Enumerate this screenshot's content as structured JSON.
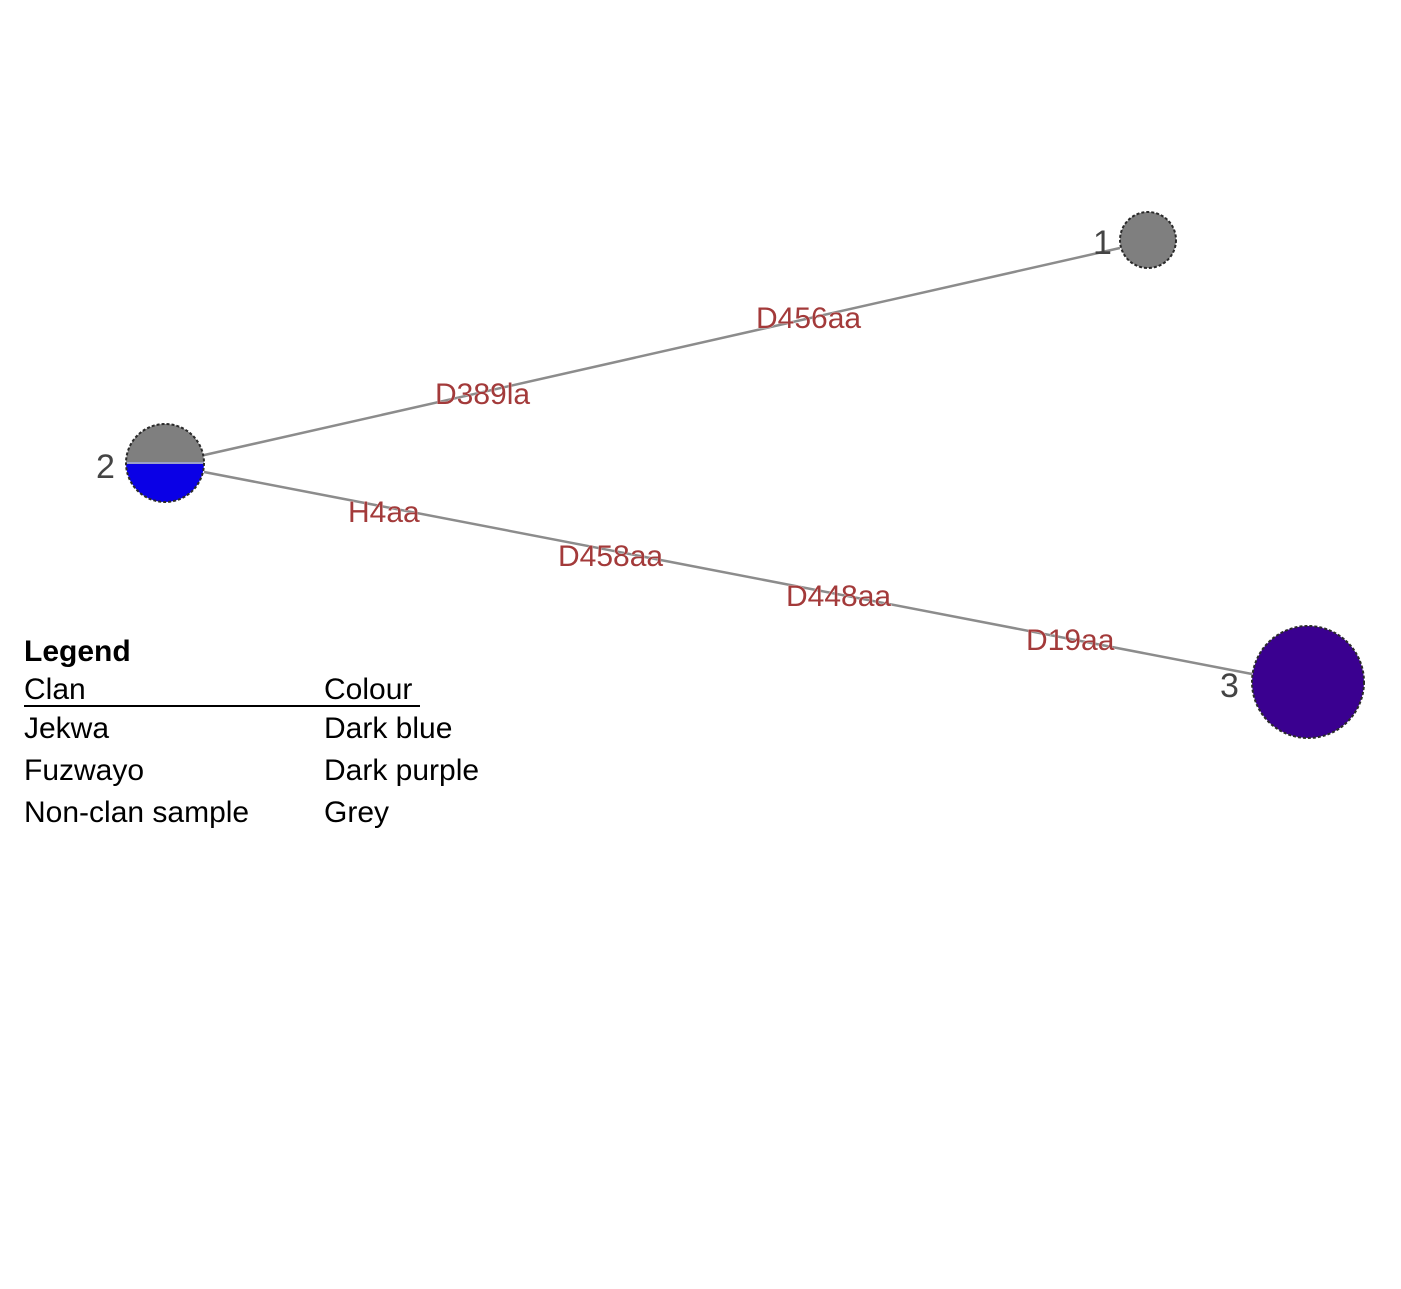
{
  "network": {
    "nodes": [
      {
        "id": "1",
        "label": "1",
        "clans": [
          "Non-clan sample"
        ],
        "colors": [
          "#7f7f7f"
        ]
      },
      {
        "id": "2",
        "label": "2",
        "clans": [
          "Non-clan sample",
          "Jekwa"
        ],
        "colors": [
          "#7f7f7f",
          "#0a00e6"
        ]
      },
      {
        "id": "3",
        "label": "3",
        "clans": [
          "Fuzwayo"
        ],
        "colors": [
          "#3a0090"
        ]
      }
    ],
    "edges": [
      {
        "from": "2",
        "to": "1",
        "mutations": [
          "D389la",
          "D456aa"
        ]
      },
      {
        "from": "2",
        "to": "3",
        "mutations": [
          "H4aa",
          "D458aa",
          "D448aa",
          "D19aa"
        ]
      }
    ]
  },
  "legend": {
    "title": "Legend",
    "header": {
      "clan": "Clan",
      "colour": "Colour"
    },
    "rows": [
      {
        "clan": "Jekwa",
        "colour": "Dark blue"
      },
      {
        "clan": "Fuzwayo",
        "colour": "Dark purple"
      },
      {
        "clan": "Non-clan sample",
        "colour": "Grey"
      }
    ]
  }
}
